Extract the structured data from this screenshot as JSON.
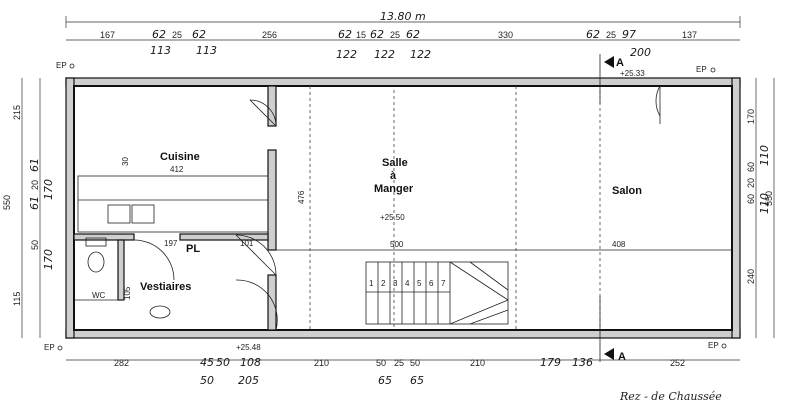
{
  "plan": {
    "overall_width": "13.80 m",
    "caption": "Rez - de Chaussée",
    "top_dims": [
      "167",
      "62",
      "25",
      "62",
      "256",
      "62",
      "15",
      "62",
      "25",
      "62",
      "330",
      "62",
      "25",
      "97",
      "137"
    ],
    "top_hand_a": "113",
    "top_hand_b": "113",
    "top_hand_c": "122",
    "top_hand_d": "122",
    "top_hand_e": "122",
    "top_hand_f": "200",
    "bottom_dims": [
      "282",
      "45",
      "50",
      "108",
      "210",
      "50",
      "25",
      "50",
      "210",
      "179",
      "136",
      "252"
    ],
    "bottom_hand_a": "50",
    "bottom_hand_b": "205",
    "bottom_hand_c": "65",
    "bottom_hand_d": "65",
    "left_dims": [
      "215",
      "50",
      "61",
      "20",
      "61",
      "550",
      "115"
    ],
    "left_hand_a": "170",
    "left_hand_b": "170",
    "right_dims": [
      "170",
      "60",
      "20",
      "60",
      "550",
      "240"
    ],
    "right_hand_a": "110",
    "right_hand_b": "110",
    "levels": {
      "top": "+25.33",
      "middle": "+25.50",
      "bottom": "+25.48"
    },
    "ep_label": "EP",
    "section_mark": "A",
    "rooms": {
      "cuisine": {
        "name": "Cuisine",
        "dim": "412",
        "side": "30"
      },
      "salle": {
        "name_line1": "Salle",
        "name_line2": "à",
        "name_line3": "Manger",
        "dim": "476",
        "bottom": "500"
      },
      "salon": {
        "name": "Salon",
        "dim": "408"
      },
      "vestiaires": {
        "name": "Vestiaires"
      },
      "wc": {
        "name": "WC",
        "dim": "105"
      },
      "pl": {
        "name": "PL",
        "dim": "197",
        "door": "101"
      }
    },
    "stairs": [
      "1",
      "2",
      "3",
      "4",
      "5",
      "6",
      "7"
    ]
  }
}
